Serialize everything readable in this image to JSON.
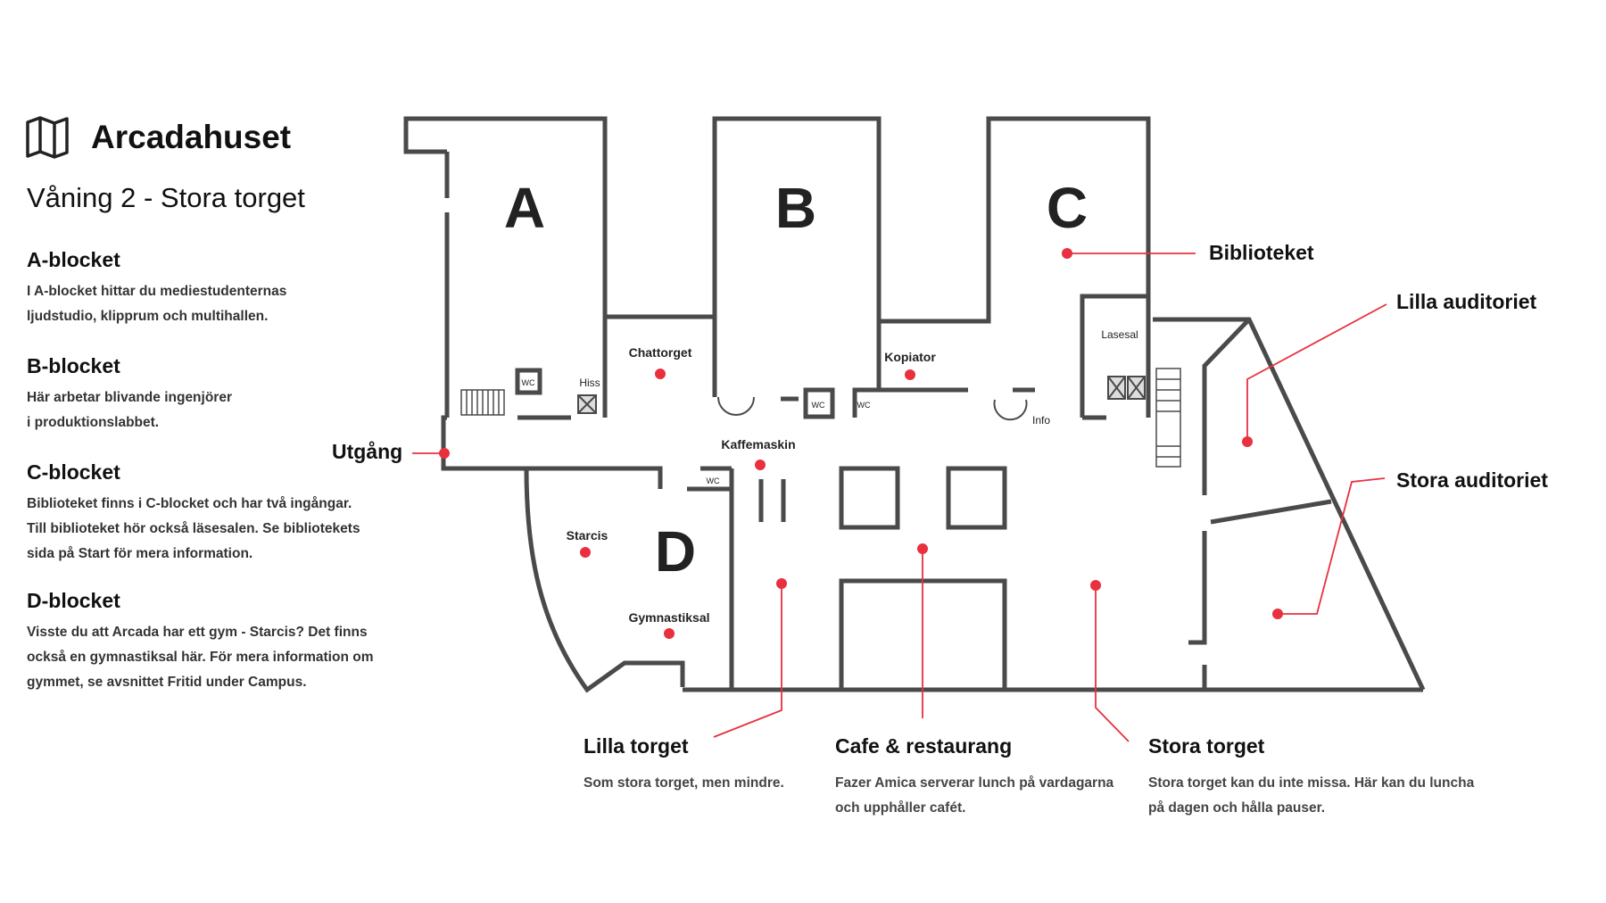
{
  "header": {
    "title": "Arcadahuset",
    "subtitle": "Våning 2 - Stora torget",
    "icon": "map-icon"
  },
  "blocks": [
    {
      "title": "A-blocket",
      "text": "I A-blocket hittar du mediestudenternas\nljudstudio, klipprum och multihallen."
    },
    {
      "title": "B-blocket",
      "text": "Här arbetar blivande ingenjörer\ni produktionslabbet."
    },
    {
      "title": "C-blocket",
      "text": "Biblioteket finns i C-blocket och har två ingångar.\nTill biblioteket hör också läsesalen. Se bibliotekets\nsida på Start för mera information."
    },
    {
      "title": "D-blocket",
      "text": "Visste du att Arcada har ett gym - Starcis? Det finns\nockså en gymnastiksal här. För mera information om\ngymmet, se avsnittet Fritid under Campus."
    }
  ],
  "map": {
    "block_letters": {
      "a": "A",
      "b": "B",
      "c": "C",
      "d": "D"
    },
    "rooms": {
      "chattorget": "Chattorget",
      "hiss": "Hiss",
      "wc": "WC",
      "kopiator": "Kopiator",
      "lasesal": "Lasesal",
      "info": "Info",
      "kaffemaskin": "Kaffemaskin",
      "starcis": "Starcis",
      "gymnastiksal": "Gymnastiksal"
    },
    "labels": {
      "utgang": "Utgång",
      "biblioteket": "Biblioteket",
      "lilla_auditoriet": "Lilla auditoriet",
      "stora_auditoriet": "Stora auditoriet"
    },
    "colors": {
      "wall": "#4a4a4a",
      "marker": "#e8303f"
    }
  },
  "callouts": [
    {
      "title": "Lilla torget",
      "text": "Som stora torget, men mindre."
    },
    {
      "title": "Cafe & restaurang",
      "text": "Fazer Amica serverar lunch på vardagarna\noch upphåller cafét."
    },
    {
      "title": "Stora torget",
      "text": "Stora torget kan du inte missa. Här kan du luncha\npå dagen och hålla pauser."
    }
  ]
}
